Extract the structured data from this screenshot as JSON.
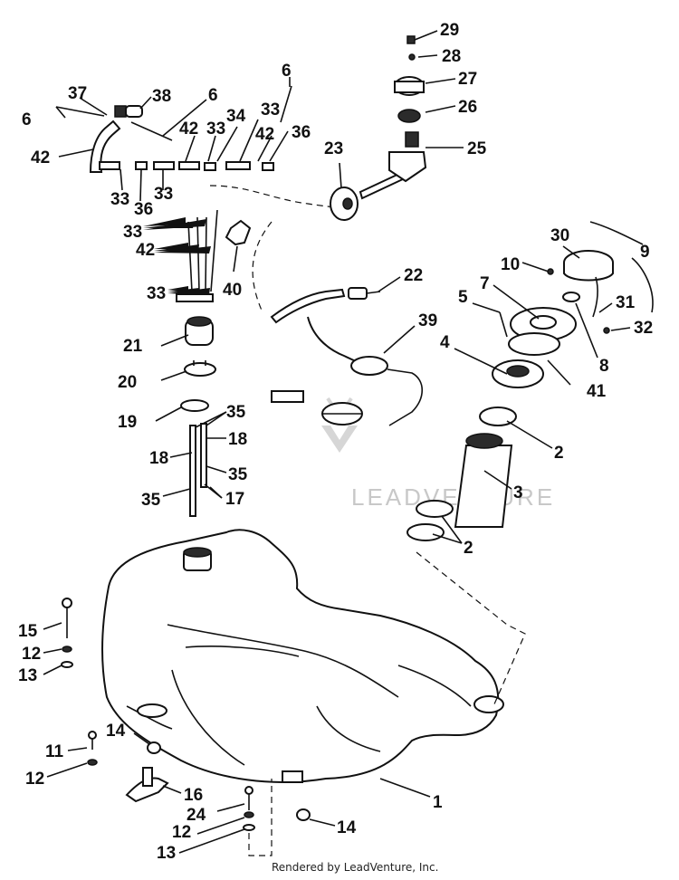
{
  "callouts": {
    "c1": "1",
    "c2a": "2",
    "c2b": "2",
    "c3": "3",
    "c4": "4",
    "c5": "5",
    "c6a": "6",
    "c6b": "6",
    "c6c": "6",
    "c7": "7",
    "c8": "8",
    "c9": "9",
    "c10": "10",
    "c11": "11",
    "c12a": "12",
    "c12b": "12",
    "c12c": "12",
    "c13a": "13",
    "c13b": "13",
    "c14a": "14",
    "c14b": "14",
    "c15": "15",
    "c16": "16",
    "c17": "17",
    "c18a": "18",
    "c18b": "18",
    "c19": "19",
    "c20": "20",
    "c21": "21",
    "c22": "22",
    "c23": "23",
    "c24": "24",
    "c25": "25",
    "c26": "26",
    "c27": "27",
    "c28": "28",
    "c29": "29",
    "c30": "30",
    "c31": "31",
    "c32": "32",
    "c33a": "33",
    "c33b": "33",
    "c33c": "33",
    "c33d": "33",
    "c33e": "33",
    "c33f": "33",
    "c34": "34",
    "c35a": "35",
    "c35b": "35",
    "c35c": "35",
    "c36a": "36",
    "c36b": "36",
    "c37": "37",
    "c38": "38",
    "c39": "39",
    "c40": "40",
    "c41": "41",
    "c42a": "42",
    "c42b": "42",
    "c42c": "42",
    "c42d": "42"
  },
  "watermark": "LEADVENTURE",
  "footer": "Rendered by LeadVenture, Inc."
}
